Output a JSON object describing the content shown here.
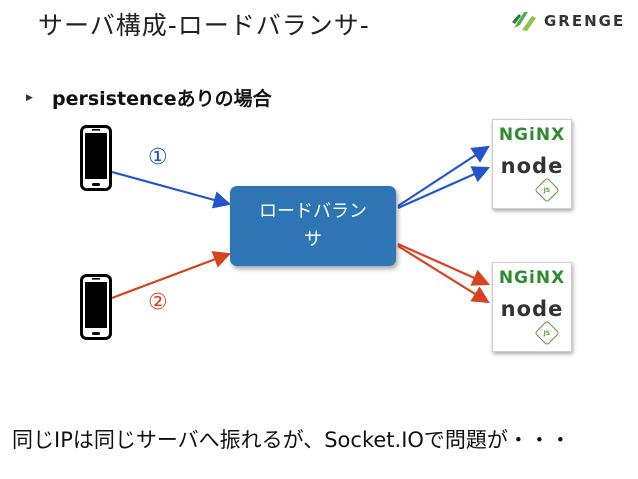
{
  "slide": {
    "title": "サーバ構成-ロードバランサ-",
    "logo_text": "GRENGE",
    "bullet": "persistenceありの場合",
    "footer": "同じIPは同じサーバへ振れるが、Socket.IOで問題が・・・"
  },
  "diagram": {
    "load_balancer_label": "ロードバランサ",
    "clients": [
      {
        "marker": "①",
        "arrow_color": "#2255cc"
      },
      {
        "marker": "②",
        "arrow_color": "#d8421e"
      }
    ],
    "servers": [
      {
        "web": "NGiNX",
        "app": "node",
        "app_badge": "JS"
      },
      {
        "web": "NGiNX",
        "app": "node",
        "app_badge": "JS"
      }
    ]
  },
  "colors": {
    "load_balancer": "#2e75b6",
    "nginx": "#2e8b2e",
    "logo_green": "#4caf50"
  }
}
